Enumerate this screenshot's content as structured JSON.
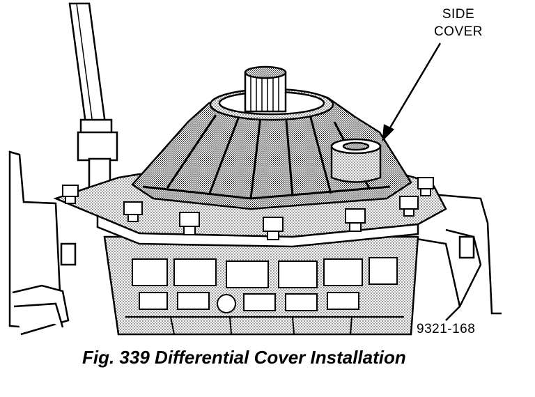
{
  "callout": {
    "line1": "SIDE",
    "line2": "COVER"
  },
  "figure_id": "9321-168",
  "caption": "Fig. 339 Differential Cover Installation"
}
